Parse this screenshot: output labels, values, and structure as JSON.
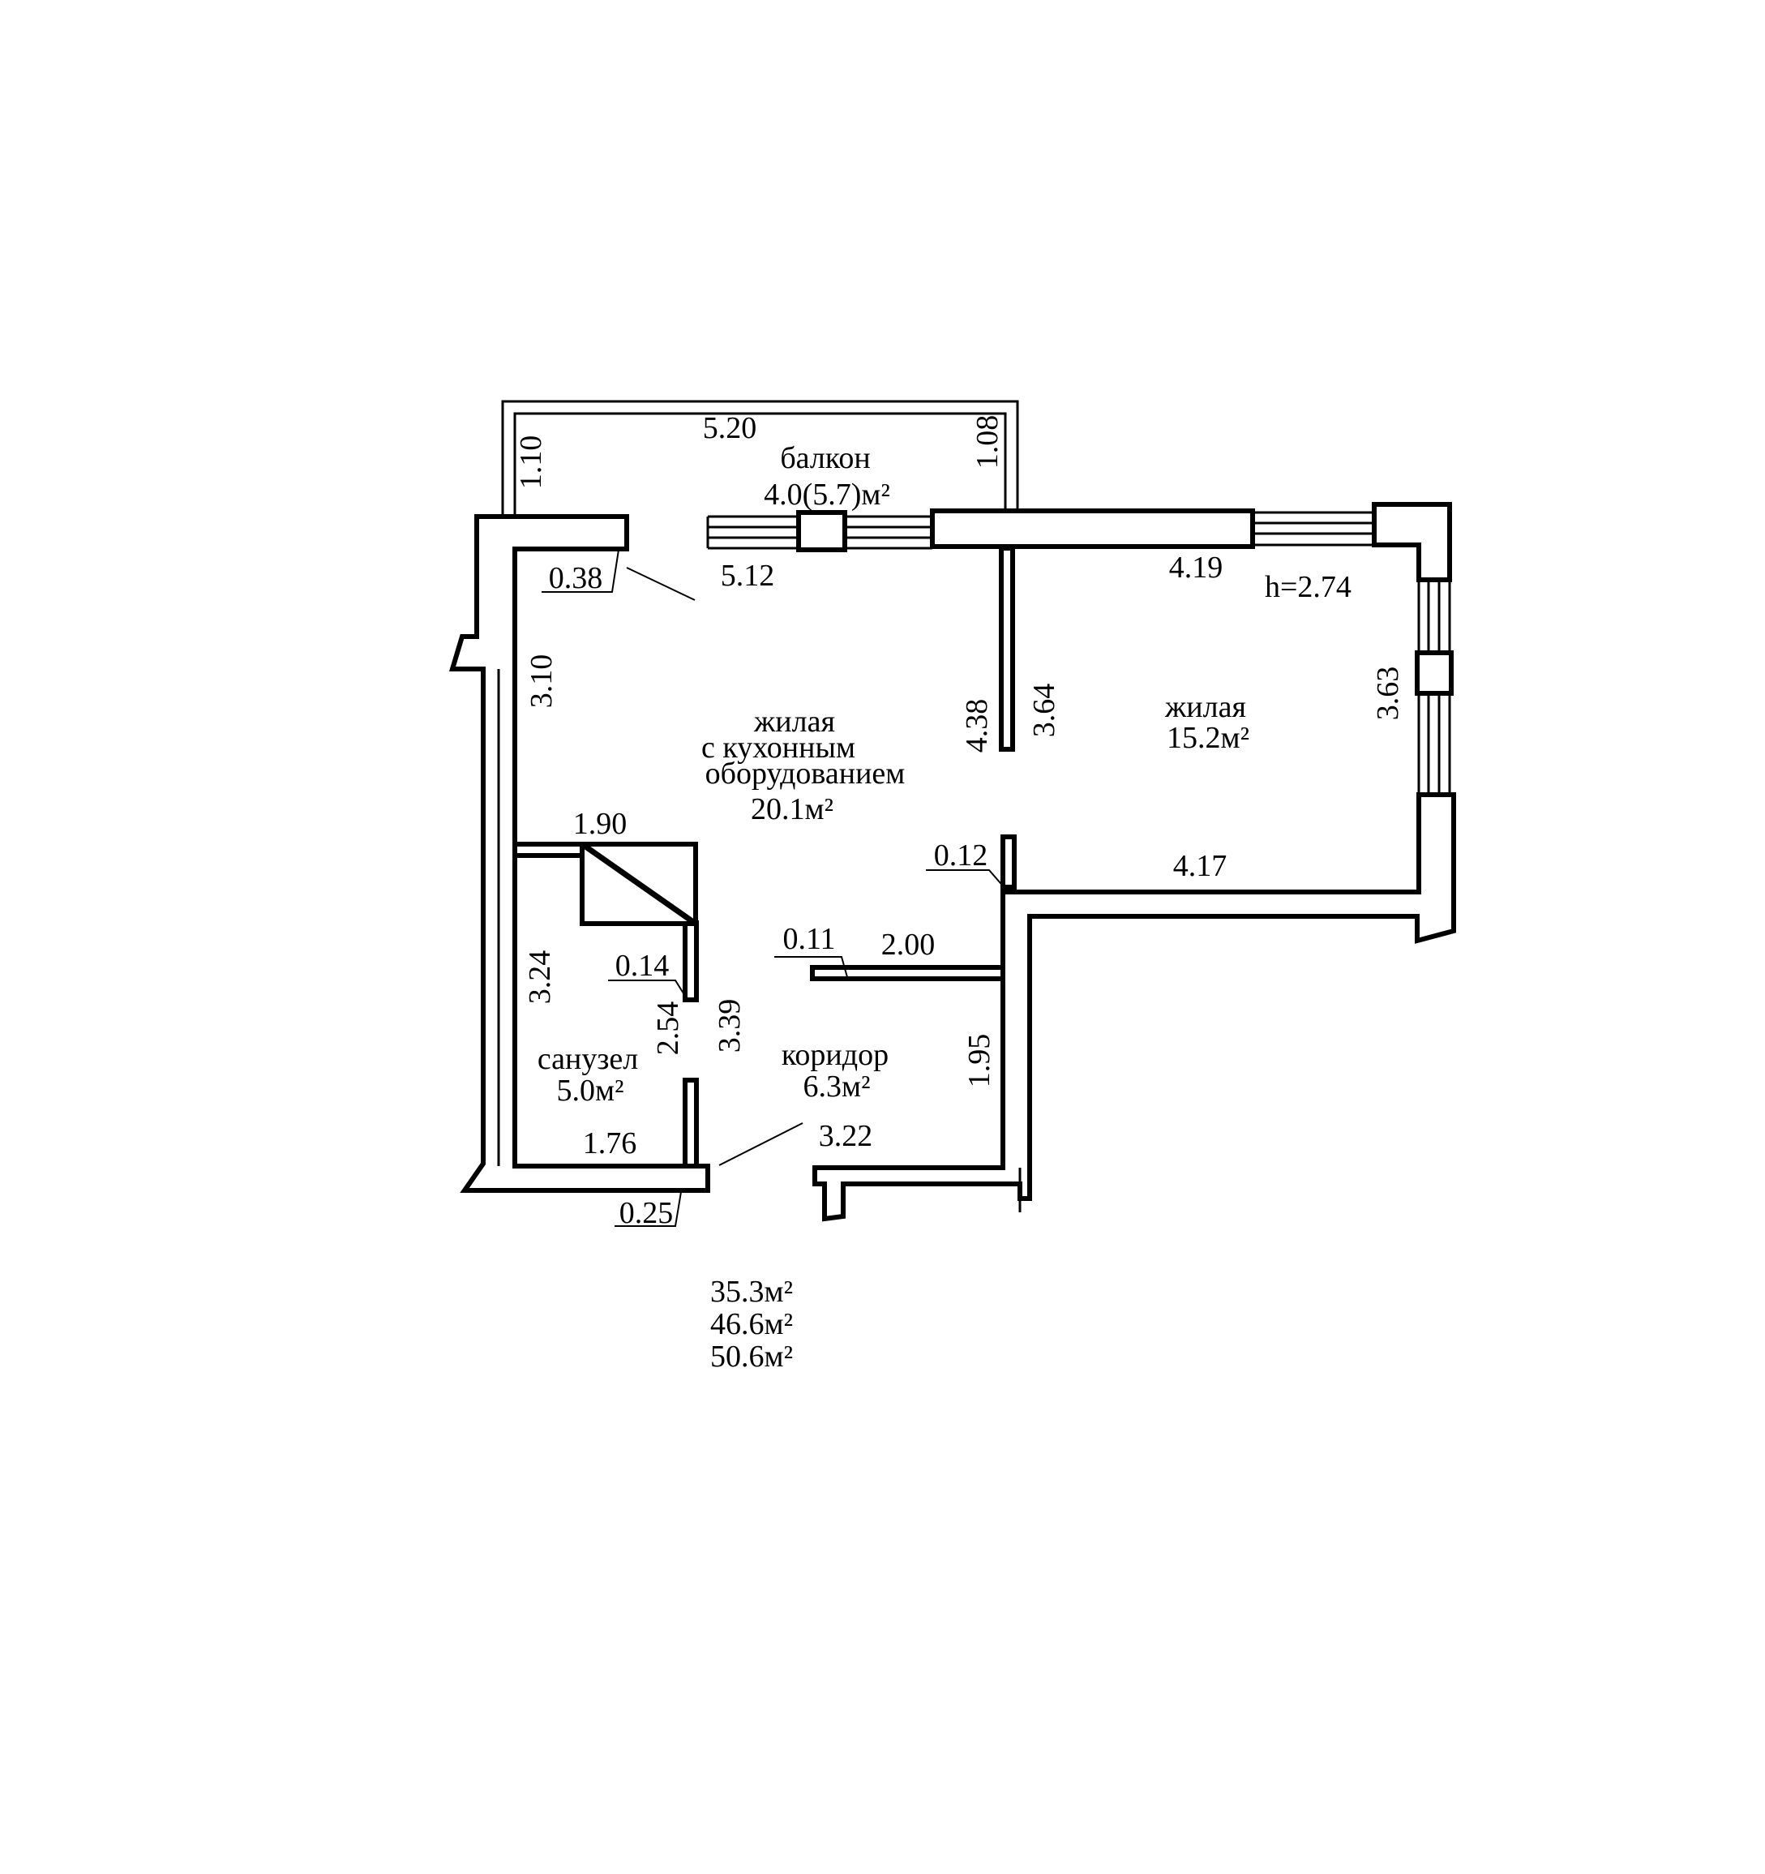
{
  "rooms": {
    "balcony": {
      "name": "балкон",
      "area": "4.0(5.7)м²"
    },
    "living_kitchen": {
      "line1": "жилая",
      "line2": "с кухонным",
      "line3": "оборудованием",
      "area": "20.1м²"
    },
    "living": {
      "name": "жилая",
      "area": "15.2м²"
    },
    "bathroom": {
      "name": "санузел",
      "area": "5.0м²"
    },
    "corridor": {
      "name": "коридор",
      "area": "6.3м²"
    }
  },
  "ceiling_height": "h=2.74",
  "dimensions": {
    "balcony_length": "5.20",
    "balcony_left": "1.10",
    "balcony_right": "1.08",
    "kitchen_top": "5.12",
    "wall_038": "0.38",
    "kitchen_left": "3.10",
    "partition_438": "4.38",
    "partition_364": "3.64",
    "living_top": "4.19",
    "living_right": "3.63",
    "living_bottom": "4.17",
    "wall_012": "0.12",
    "shaft_190": "1.90",
    "bath_left": "3.24",
    "wall_014": "0.14",
    "bath_254": "2.54",
    "bath_339": "3.39",
    "wall_011": "0.11",
    "partition_200": "2.00",
    "corridor_195": "1.95",
    "bath_bottom": "1.76",
    "corridor_322": "3.22",
    "wall_025": "0.25"
  },
  "totals": [
    "35.3м²",
    "46.6м²",
    "50.6м²"
  ]
}
